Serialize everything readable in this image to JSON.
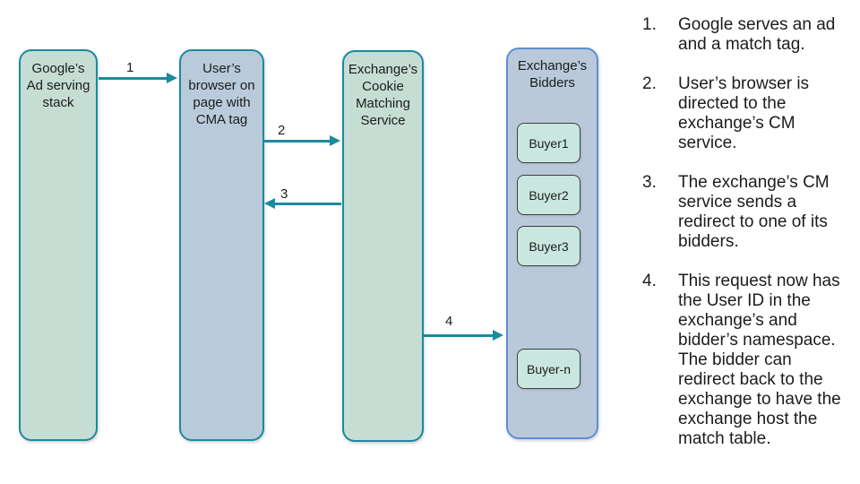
{
  "colors": {
    "teal": "#1b8a9e",
    "sage-fill": "#c5ddd3",
    "blue-fill": "#b9cbdb",
    "bidders-fill": "#b9c9da",
    "bidders-border": "#5b8fd3",
    "buyer-fill": "#c9e7df",
    "buyer-border": "#3f3f3f",
    "text": "#1c1c1c"
  },
  "diagram": {
    "nodes": [
      {
        "id": "google-ad-serving-stack",
        "label": "Google’s\nAd serving\nstack"
      },
      {
        "id": "user-browser",
        "label": "User’s\nbrowser on\npage with\nCMA tag"
      },
      {
        "id": "cookie-matching-service",
        "label": "Exchange’s\nCookie\nMatching\nService"
      },
      {
        "id": "exchange-bidders",
        "label": "Exchange’s\nBidders"
      }
    ],
    "buyers": [
      {
        "label": "Buyer1"
      },
      {
        "label": "Buyer2"
      },
      {
        "label": "Buyer3"
      },
      {
        "label": "Buyer-n"
      }
    ],
    "arrows": [
      {
        "label": "1",
        "from": "google-ad-serving-stack",
        "to": "user-browser",
        "direction": "right"
      },
      {
        "label": "2",
        "from": "user-browser",
        "to": "cookie-matching-service",
        "direction": "right"
      },
      {
        "label": "3",
        "from": "cookie-matching-service",
        "to": "user-browser",
        "direction": "left"
      },
      {
        "label": "4",
        "from": "cookie-matching-service",
        "to": "exchange-bidders",
        "direction": "right"
      }
    ]
  },
  "steps": {
    "items": [
      {
        "number": "1.",
        "text": "Google serves an ad\nand a match tag."
      },
      {
        "number": "2.",
        "text": "User’s browser is\ndirected to the\nexchange’s CM\nservice."
      },
      {
        "number": "3.",
        "text": "The exchange’s CM\nservice sends a\nredirect to one of its\nbidders."
      },
      {
        "number": "4.",
        "text": "This request now has\nthe User ID in the\nexchange’s and\nbidder’s namespace.\nThe bidder can\nredirect back to the\nexchange to have the\nexchange host the\nmatch table."
      }
    ]
  }
}
